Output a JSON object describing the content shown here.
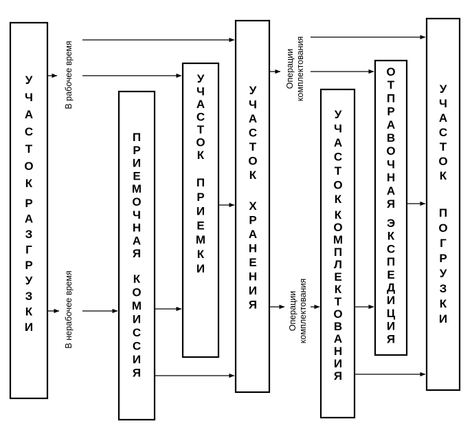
{
  "diagram": {
    "blocks": {
      "unloading": {
        "line1": "УЧАСТОК",
        "line2": "РАЗГРУЗКИ"
      },
      "receiving_commission": {
        "line1": "ПРИЕМОЧНАЯ",
        "line2": "КОМИССИЯ"
      },
      "receiving": {
        "line1": "УЧАСТОК",
        "line2": "ПРИЕМКИ"
      },
      "storage": {
        "line1": "УЧАСТОК",
        "line2": "ХРАНЕНИЯ"
      },
      "picking": {
        "line1": "УЧАСТОК",
        "line2": "КОМПЛЕКТОВАНИЯ"
      },
      "dispatch": {
        "line1": "ОТПРАВОЧНАЯ",
        "line2": "ЭКСПЕДИЦИЯ"
      },
      "loading": {
        "line1": "УЧАСТОК",
        "line2": "ПОГРУЗКИ"
      }
    },
    "labels": {
      "working_time": "В рабочее время",
      "non_working_time": "В нерабочее время",
      "picking_ops_top_1": "Операции",
      "picking_ops_top_2": "комплектования",
      "picking_ops_bottom_1": "Операции",
      "picking_ops_bottom_2": "комплектования"
    }
  }
}
